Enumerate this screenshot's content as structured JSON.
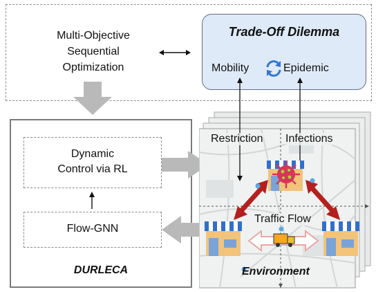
{
  "top_panel": {
    "optimization_label": "Multi-Objective\nSequential\nOptimization"
  },
  "dilemma": {
    "title": "Trade-Off Dilemma",
    "left": "Mobility",
    "right": "Epidemic"
  },
  "durleca": {
    "control_label": "Dynamic\nControl via RL",
    "gnn_label": "Flow-GNN",
    "name": "DURLECA"
  },
  "environment": {
    "restriction": "Restriction",
    "infections": "Infections",
    "traffic_flow": "Traffic Flow",
    "name": "Environment"
  },
  "colors": {
    "dilemma_fill": "#dfeaf8",
    "red_arrow": "#b3201d",
    "gray_arrow": "#b9b9b9",
    "shop_awning": "#2f6fd0",
    "virus": "#d8355a"
  }
}
